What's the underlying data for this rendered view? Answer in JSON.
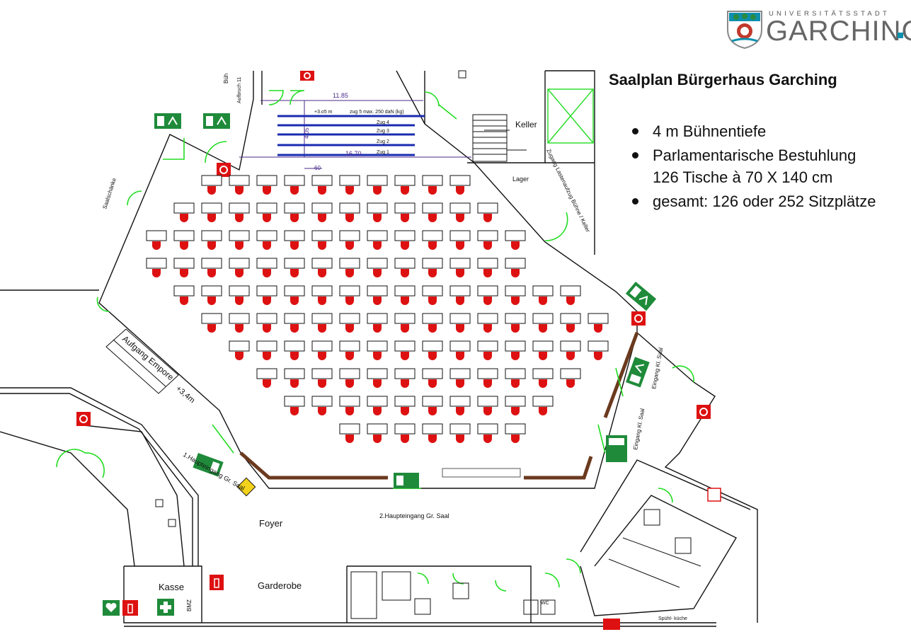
{
  "logo": {
    "small_text": "UNIVERSITÄTSSTADT",
    "big_text": "GARCHING",
    "accent_color": "#0e8fae",
    "crest_icon": "garching-crest-icon"
  },
  "info": {
    "title": "Saalplan Bürgerhaus Garching",
    "bullets": [
      {
        "lines": [
          "4 m Bühnentiefe"
        ]
      },
      {
        "lines": [
          "Parlamentarische Bestuhlung",
          "126 Tische à 70 X 140 cm"
        ]
      },
      {
        "lines": [
          "gesamt: 126 oder 252 Sitzplätze"
        ]
      }
    ]
  },
  "plan": {
    "table_rows": [
      10,
      12,
      14,
      14,
      15,
      15,
      14,
      12,
      10,
      7
    ],
    "colors": {
      "wall": "#111111",
      "door": "#22dd22",
      "wood": "#6b3a1e",
      "chair": "#dd1111",
      "stage_bar": "#1a2bb0",
      "dimension": "#4b2a8a",
      "exit_sign": "#1f8b3a"
    },
    "stage": {
      "width_top": "11.85",
      "width_bottom": "16.70",
      "depth": "4.05",
      "height_note": "+3.o5 m",
      "zug5": "zug 5 max. 250 daN (kg)",
      "zug4": "Zug 4",
      "zug3": "Zug 3",
      "zug2": "Zug 2",
      "zug1": "Zug 1",
      "offset": "60"
    },
    "labels": {
      "keller": "Keller",
      "lager": "Lager",
      "lift": "Zugang Lastenaufzug\nBühne / Keller",
      "saalschaenke": "Saalschänke",
      "buehne": "Büh",
      "aufbruch": "Aufbruch\n11",
      "aufgang": "Aufgang\nEmpore",
      "height": "+3,4m",
      "haupteingang1": "1.Haupteingang\nGr. Saal",
      "haupteingang2": "2.Haupteingang\nGr. Saal",
      "eingang_kl1": "Eingang\nKl. Saal",
      "eingang_kl2": "Eingang\nKl. Saal",
      "foyer": "Foyer",
      "kasse": "Kasse",
      "garderobe": "Garderobe",
      "bmz": "BMZ",
      "wc": "WC",
      "spuel": "Spühl-\nküche"
    }
  }
}
